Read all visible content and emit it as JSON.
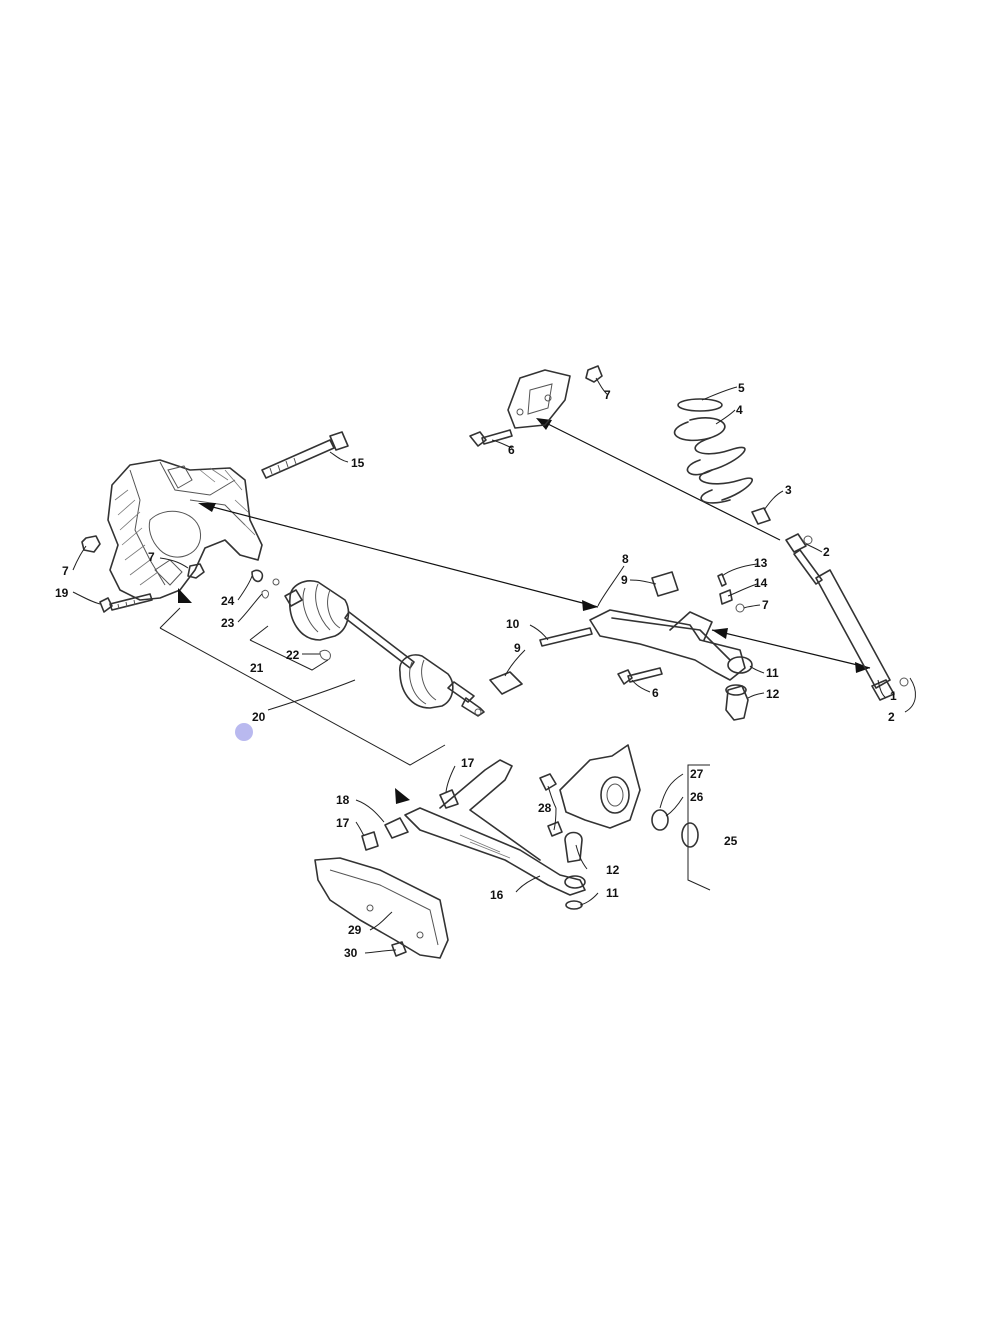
{
  "callouts": {
    "c1": "1",
    "c2": "2",
    "c2b": "2",
    "c3": "3",
    "c4": "4",
    "c5": "5",
    "c6": "6",
    "c6b": "6",
    "c7": "7",
    "c7b": "7",
    "c7c": "7",
    "c7d": "7",
    "c8": "8",
    "c9": "9",
    "c9b": "9",
    "c10": "10",
    "c11": "11",
    "c11b": "11",
    "c12": "12",
    "c12b": "12",
    "c13": "13",
    "c14": "14",
    "c15": "15",
    "c16": "16",
    "c17": "17",
    "c17b": "17",
    "c18": "18",
    "c19": "19",
    "c20": "20",
    "c21": "21",
    "c22": "22",
    "c23": "23",
    "c24": "24",
    "c25": "25",
    "c26": "26",
    "c27": "27",
    "c28": "28",
    "c29": "29",
    "c30": "30"
  },
  "colors": {
    "line": "#333333",
    "marker": "#b9b9ef"
  }
}
